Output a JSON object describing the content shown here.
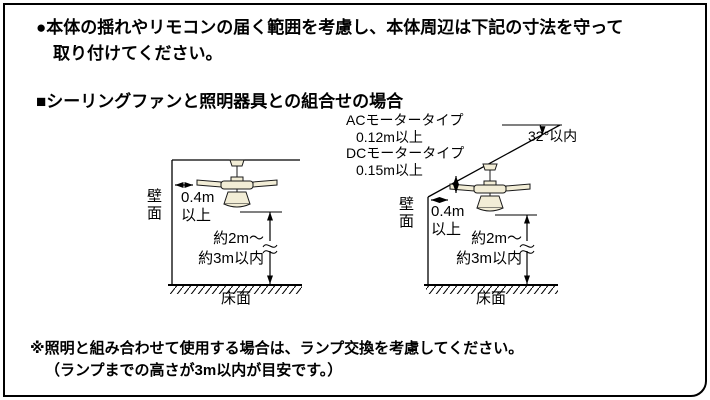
{
  "colors": {
    "line": "#000000",
    "fan_fill": "#f2edd6",
    "background": "#ffffff"
  },
  "intro": {
    "line1": "●本体の揺れやリモコンの届く範囲を考慮し、本体周辺は下記の寸法を守って",
    "line2": "取り付けてください。"
  },
  "section": {
    "title": "■シーリングファンと照明器具との組合せの場合"
  },
  "diagram_left": {
    "wall_label": "壁面",
    "floor_label": "床面",
    "dim_wall_line1": "0.4m",
    "dim_wall_line2": "以上",
    "dim_height_line1": "約2m〜",
    "dim_height_line2": "約3m以内"
  },
  "diagram_right": {
    "ac_label": "ACモータータイプ",
    "ac_value": "0.12m以上",
    "dc_label": "DCモータータイプ",
    "dc_value": "0.15m以上",
    "angle_label": "32°以内",
    "wall_label": "壁面",
    "floor_label": "床面",
    "dim_wall_line1": "0.4m",
    "dim_wall_line2": "以上",
    "dim_height_line1": "約2m〜",
    "dim_height_line2": "約3m以内"
  },
  "note": {
    "line1": "※照明と組み合わせて使用する場合は、ランプ交換を考慮してください。",
    "line2": "（ランプまでの高さが3m以内が目安です。）"
  }
}
